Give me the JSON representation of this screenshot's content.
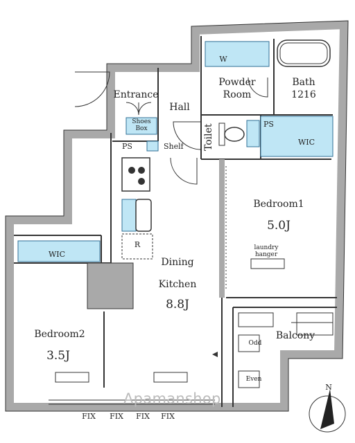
{
  "rooms": {
    "entrance": "Entrance",
    "hall": "Hall",
    "powder_room_line1": "Powder",
    "powder_room_line2": "Room",
    "bath_line1": "Bath",
    "bath_line2": "1216",
    "toilet": "Toilet",
    "bedroom1": "Bedroom1",
    "bedroom1_size": "5.0J",
    "bedroom2": "Bedroom2",
    "bedroom2_size": "3.5J",
    "dining_line1": "Dining",
    "dining_line2": "Kitchen",
    "dining_size": "8.8J",
    "balcony": "Balcony"
  },
  "fixtures": {
    "washer": "W",
    "shoes_box_line1": "Shoes",
    "shoes_box_line2": "Box",
    "ps": "PS",
    "shelf": "Shelf",
    "refrigerator": "R",
    "wic": "WIC",
    "laundry_hanger_line1": "laundry",
    "laundry_hanger_line2": "hanger",
    "odd": "Odd",
    "even": "Even"
  },
  "windows": [
    "FIX",
    "FIX",
    "FIX",
    "FIX"
  ],
  "compass": "N",
  "watermark": "Apamanshop",
  "colors": {
    "wall": "#a9a9a9",
    "line": "#333333",
    "storage": "#bfe6f5",
    "storage_line": "#2f6f95",
    "watermark": "#bbbbbb"
  }
}
